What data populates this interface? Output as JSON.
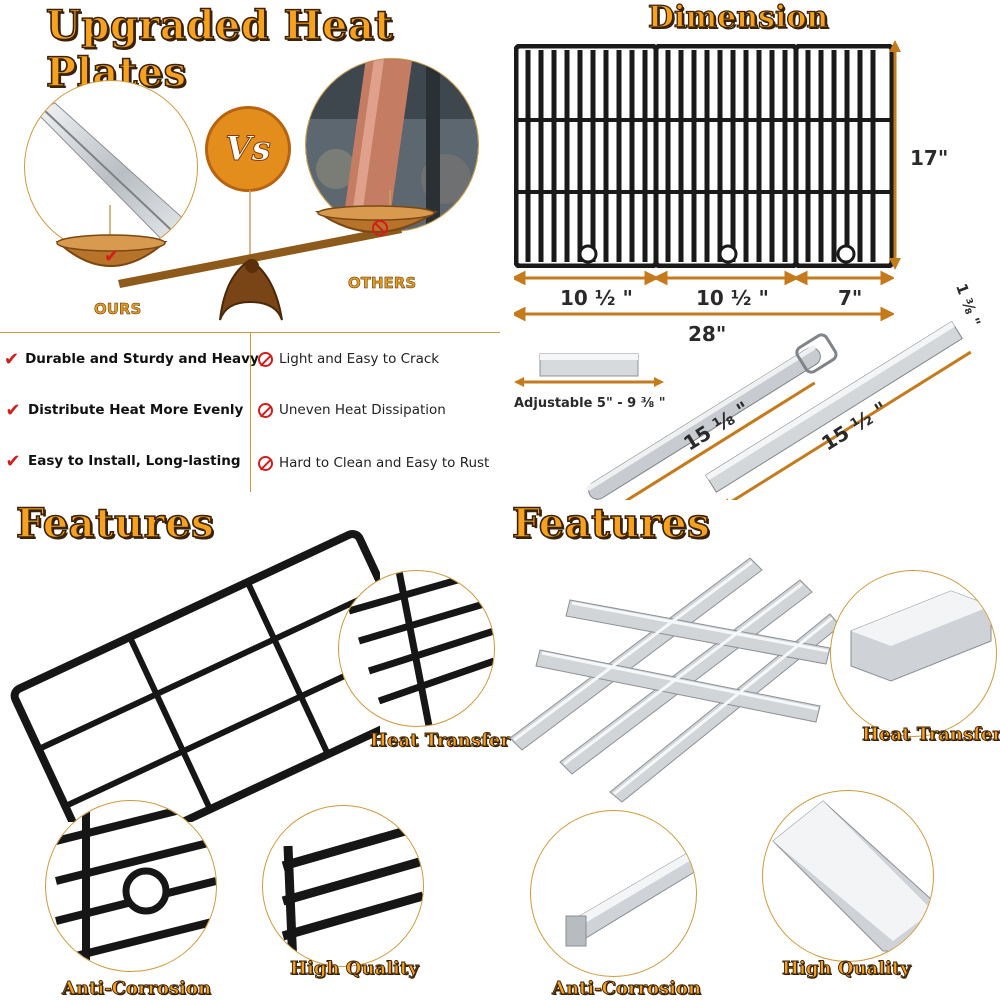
{
  "panels": {
    "comparison": {
      "title": "Upgraded Heat Plates",
      "vs_badge": "Vs",
      "ours_label": "OURS",
      "others_label": "OTHERS",
      "ours_points": [
        "Durable and Sturdy and Heavy",
        "Distribute Heat More Evenly",
        "Easy to Install, Long-lasting"
      ],
      "others_points": [
        "Light and Easy to Crack",
        "Uneven Heat Dissipation",
        "Hard to Clean and Easy to Rust"
      ]
    },
    "dimension": {
      "title": "Dimension",
      "height": "17\"",
      "width_a": "10 ½ \"",
      "width_b": "10 ½ \"",
      "width_c": "7\"",
      "total_width": "28\"",
      "bar_width": "1 ⅜ \"",
      "burner_length": "15 ⅛ \"",
      "plate_length": "15 ½ \"",
      "crossover": "Adjustable 5\" - 9 ⅜ \""
    },
    "features_grates": {
      "title": "Features",
      "labels": [
        "Heat Transfer",
        "Anti-Corrosion",
        "High Quality"
      ]
    },
    "features_plates": {
      "title": "Features",
      "labels": [
        "Heat Transfer",
        "Anti-Corrosion",
        "High Quality"
      ]
    }
  },
  "colors": {
    "accent_orange": "#f6a21e",
    "outline_brown": "#3a2208",
    "bronze": "#a8601c",
    "check_red": "#d41c1c",
    "grate_black": "#1a1a1a",
    "steel": "#c9cdd1"
  }
}
